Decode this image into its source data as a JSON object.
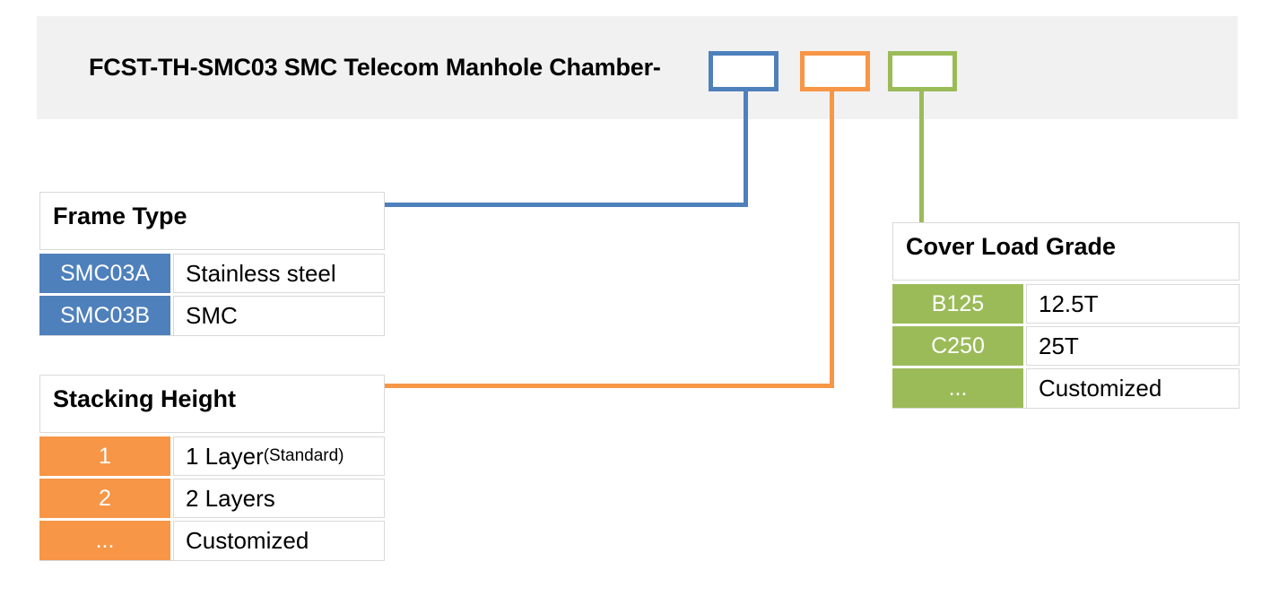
{
  "header": {
    "title": "FCST-TH-SMC03 SMC Telecom Manhole Chamber-",
    "band_color": "#F1F1F1",
    "code_boxes": [
      {
        "id": "frame-type",
        "color": "#4E80BC"
      },
      {
        "id": "stacking-height",
        "color": "#F79646"
      },
      {
        "id": "cover-load-grade",
        "color": "#9BBB59"
      }
    ]
  },
  "tables": [
    {
      "title": "Frame Type",
      "accent_color": "#4E80BC",
      "rows": [
        {
          "code": "SMC03A",
          "value": "Stainless steel"
        },
        {
          "code": "SMC03B",
          "value": "SMC"
        }
      ]
    },
    {
      "title": "Stacking Height",
      "accent_color": "#F79646",
      "rows": [
        {
          "code": "1",
          "value": "1 Layer",
          "value_note": "(Standard)"
        },
        {
          "code": "2",
          "value": "2 Layers"
        },
        {
          "code": "...",
          "value": "Customized"
        }
      ]
    },
    {
      "title": "Cover Load Grade",
      "accent_color": "#9BBB59",
      "rows": [
        {
          "code": "B125",
          "value": "12.5T"
        },
        {
          "code": "C250",
          "value": "25T"
        },
        {
          "code": "...",
          "value": "Customized"
        }
      ]
    }
  ],
  "colors": {
    "blue": "#4E80BC",
    "orange": "#F79646",
    "green": "#9BBB59",
    "table_border": "#D9D9D9",
    "band_gray": "#F1F1F1",
    "text": "#000000"
  }
}
